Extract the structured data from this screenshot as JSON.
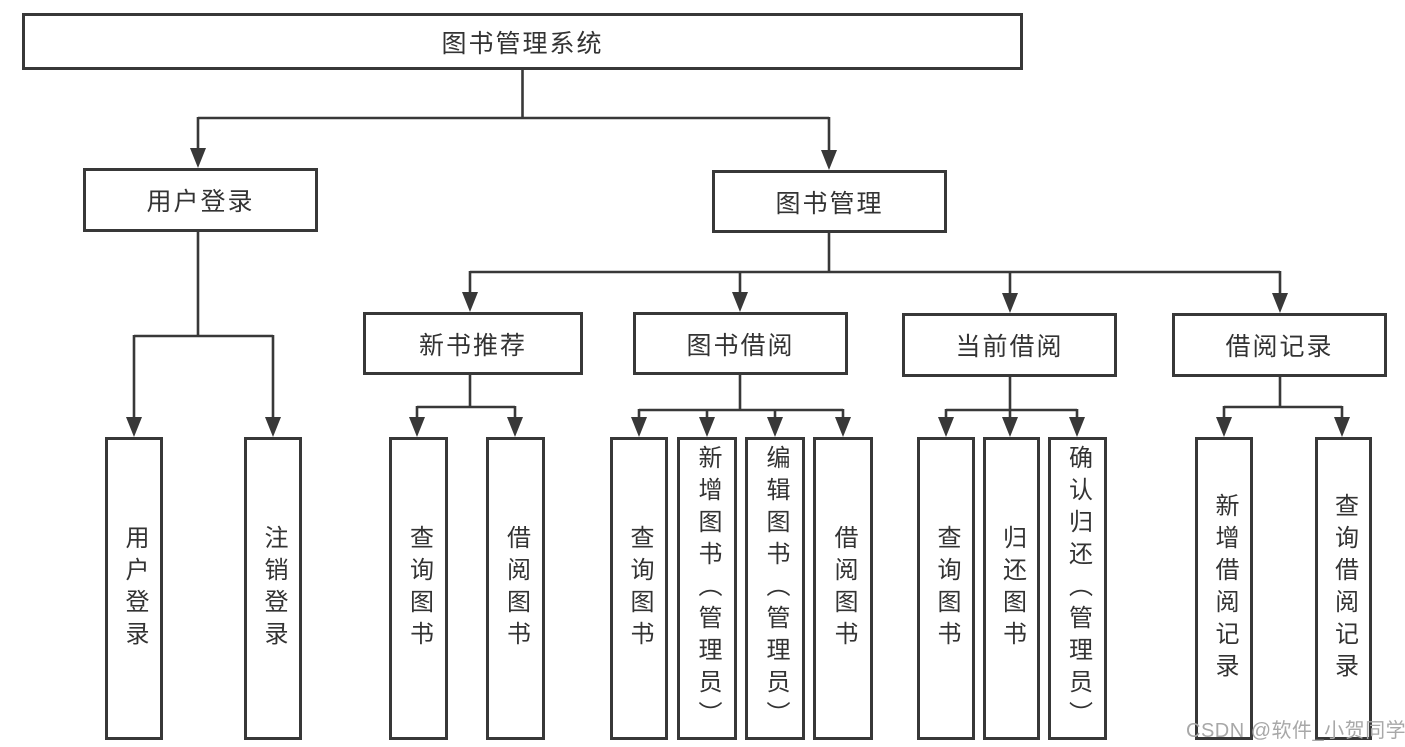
{
  "diagram": {
    "root": {
      "label": "图书管理系统"
    },
    "branches": [
      {
        "label": "用户登录",
        "children": [
          {
            "label": "用户登录"
          },
          {
            "label": "注销登录"
          }
        ]
      },
      {
        "label": "图书管理",
        "children": [
          {
            "label": "新书推荐",
            "children": [
              {
                "label": "查询图书"
              },
              {
                "label": "借阅图书"
              }
            ]
          },
          {
            "label": "图书借阅",
            "children": [
              {
                "label": "查询图书"
              },
              {
                "label": "新增图书（管理员）"
              },
              {
                "label": "编辑图书（管理员）"
              },
              {
                "label": "借阅图书"
              }
            ]
          },
          {
            "label": "当前借阅",
            "children": [
              {
                "label": "查询图书"
              },
              {
                "label": "归还图书"
              },
              {
                "label": "确认归还（管理员）"
              }
            ]
          },
          {
            "label": "借阅记录",
            "children": [
              {
                "label": "新增借阅记录"
              },
              {
                "label": "查询借阅记录"
              }
            ]
          }
        ]
      }
    ]
  },
  "watermark": {
    "text": "CSDN @软件_小贺同学"
  },
  "colors": {
    "line": "#383838",
    "text": "#333333",
    "watermark": "#a8a8a8",
    "background": "#ffffff"
  }
}
